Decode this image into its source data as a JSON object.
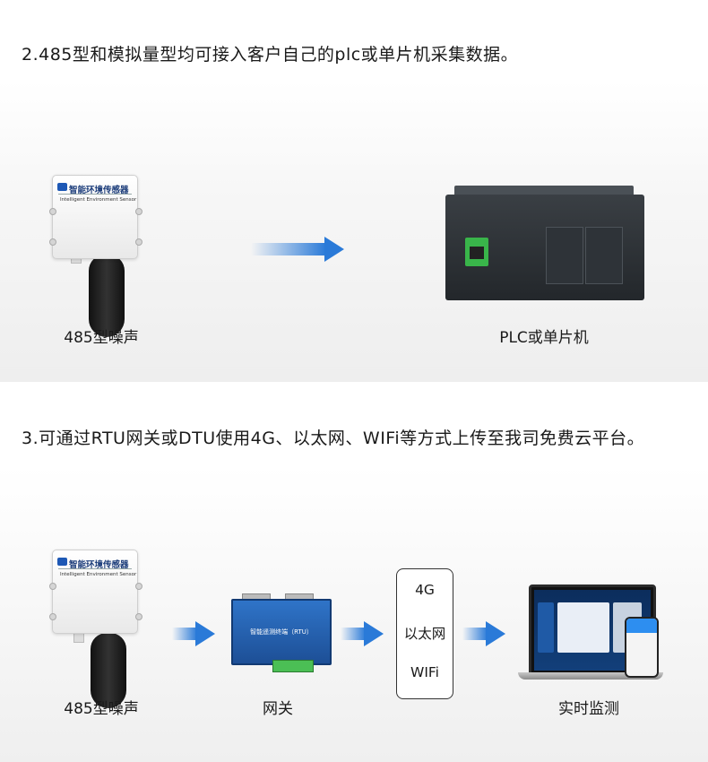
{
  "section1": {
    "heading": "2.485型和模拟量型均可接入客户自己的plc或单片机采集数据。",
    "sensor": {
      "brand_cn": "智能环境传感器",
      "brand_en": "Intelligent Environment Sensor",
      "caption": "485型噪声"
    },
    "plc": {
      "caption": "PLC或单片机"
    }
  },
  "section2": {
    "heading": "3.可通过RTU网关或DTU使用4G、以太网、WIFi等方式上传至我司免费云平台。",
    "sensor": {
      "brand_cn": "智能环境传感器",
      "brand_en": "Intelligent Environment Sensor",
      "caption": "485型噪声"
    },
    "gateway": {
      "device_title": "智能遥测终端（RTU）",
      "caption": "网关"
    },
    "comms": [
      "4G",
      "以太网",
      "WIFi"
    ],
    "monitor": {
      "caption": "实时监测"
    }
  },
  "colors": {
    "arrow": "#2a7ad8",
    "gateway": "#1d4f96",
    "plc_green": "#39b54a"
  }
}
